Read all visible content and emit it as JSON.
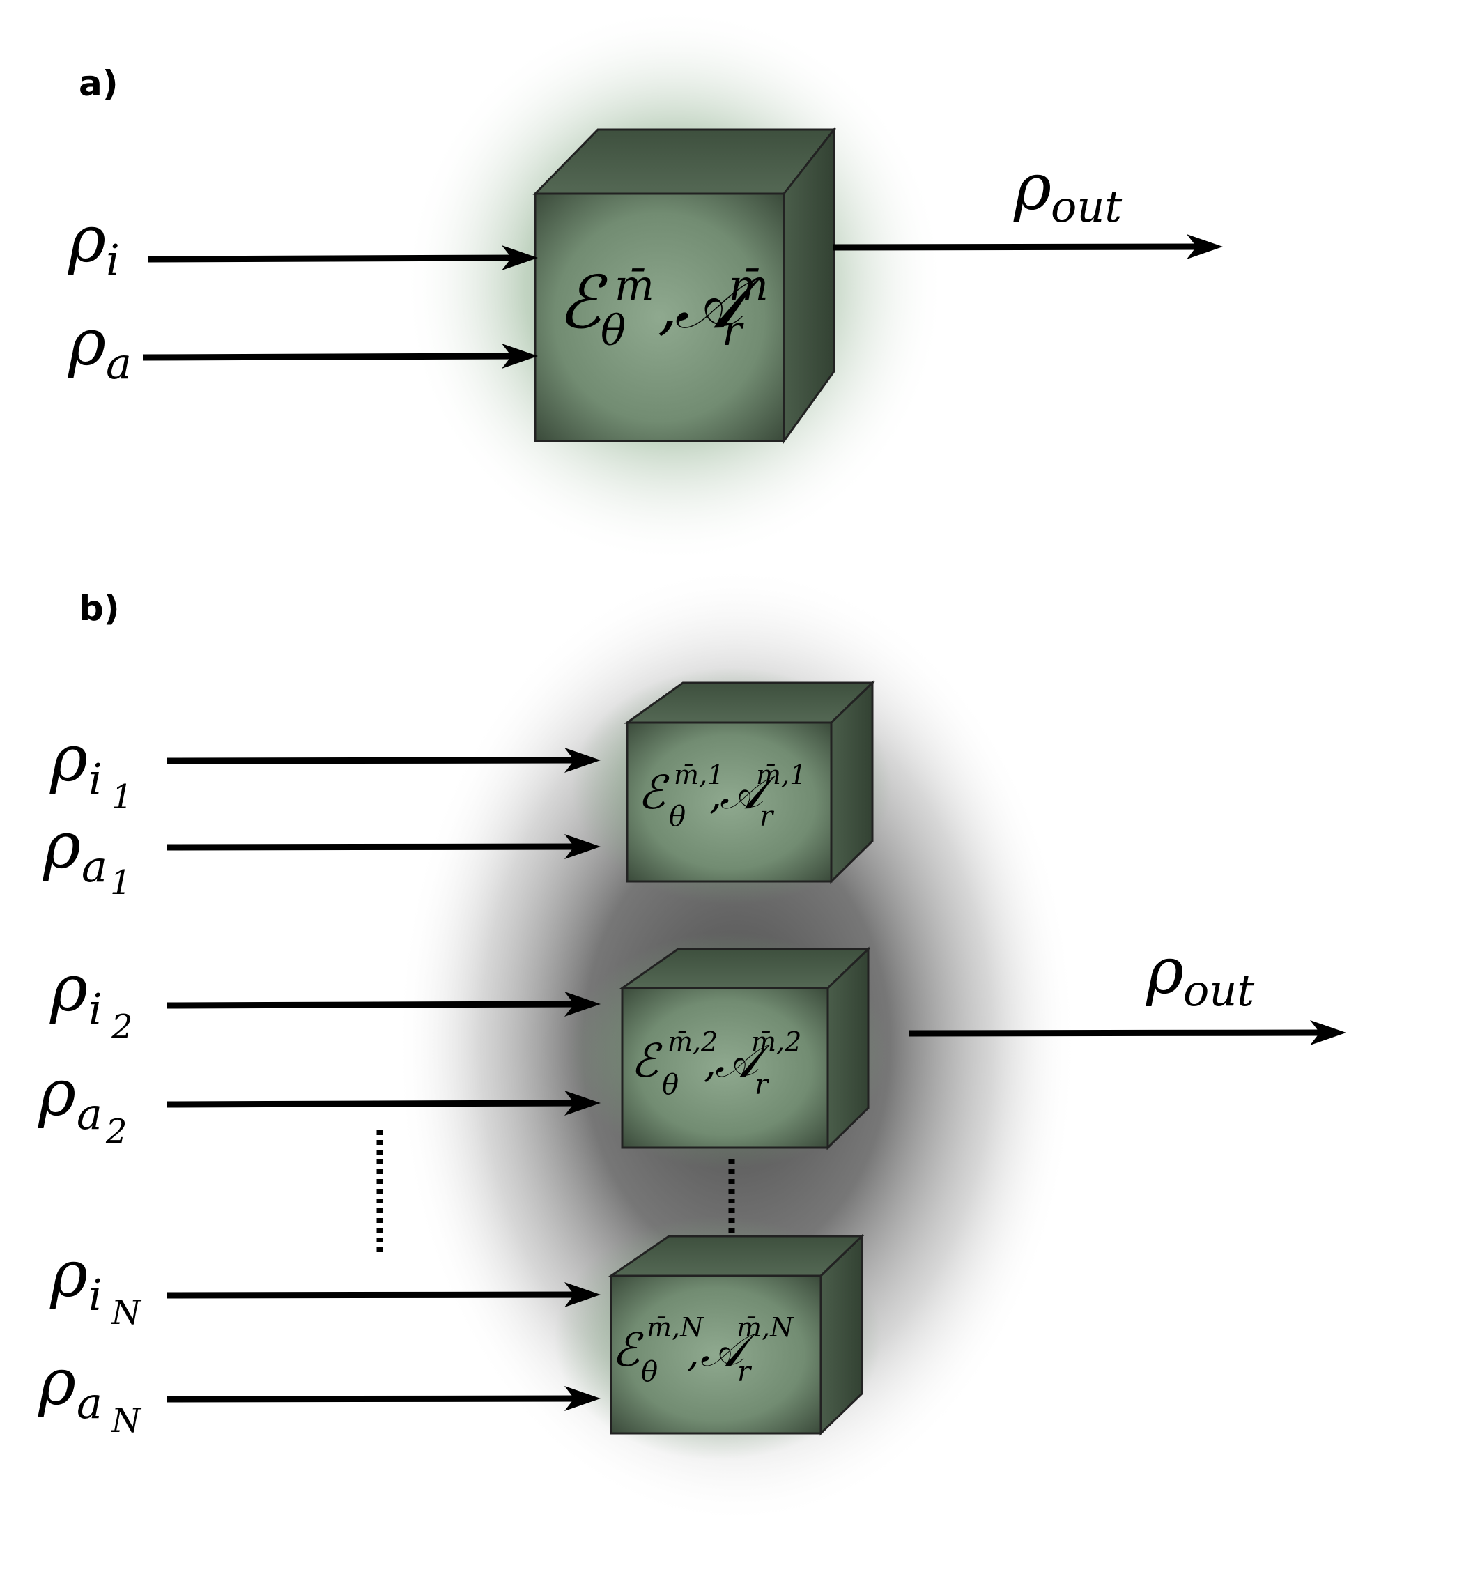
{
  "panel_a": {
    "label": "a)",
    "inputs": [
      {
        "base": "ρ",
        "sub": "i"
      },
      {
        "base": "ρ",
        "sub": "a"
      }
    ],
    "box": {
      "left_sym": "ℰ",
      "left_sup": "m̄",
      "left_sub": "θ",
      "sep": ",",
      "right_sym": "𝒜",
      "right_sup": "m̄",
      "right_sub": "r"
    },
    "output": {
      "base": "ρ",
      "sub": "out"
    }
  },
  "panel_b": {
    "label": "b)",
    "inputs": [
      {
        "base": "ρ",
        "sub": "i",
        "subsub": "1"
      },
      {
        "base": "ρ",
        "sub": "a",
        "subsub": "1"
      },
      {
        "base": "ρ",
        "sub": "i",
        "subsub": "2"
      },
      {
        "base": "ρ",
        "sub": "a",
        "subsub": "2"
      },
      {
        "base": "ρ",
        "sub": "i",
        "subsub": "N"
      },
      {
        "base": "ρ",
        "sub": "a",
        "subsub": "N"
      }
    ],
    "boxes": [
      {
        "left_sym": "ℰ",
        "left_sup": "m̄,1",
        "left_sub": "θ",
        "sep": ",",
        "right_sym": "𝒜",
        "right_sup": "m̄,1",
        "right_sub": "r"
      },
      {
        "left_sym": "ℰ",
        "left_sup": "m̄,2",
        "left_sub": "θ",
        "sep": ",",
        "right_sym": "𝒜",
        "right_sup": "m̄,2",
        "right_sub": "r"
      },
      {
        "left_sym": "ℰ",
        "left_sup": "m̄,N",
        "left_sub": "θ",
        "sep": ",",
        "right_sym": "𝒜",
        "right_sup": "m̄,N",
        "right_sub": "r"
      }
    ],
    "output": {
      "base": "ρ",
      "sub": "out"
    }
  },
  "colors": {
    "cube_face": "#8aa58a",
    "cube_dark": "#3a4a3a",
    "cube_top": "#4f624f",
    "cube_side": "#3d4e3d",
    "glow_green": "#6f9a6f",
    "glow_gray": "#555555"
  }
}
